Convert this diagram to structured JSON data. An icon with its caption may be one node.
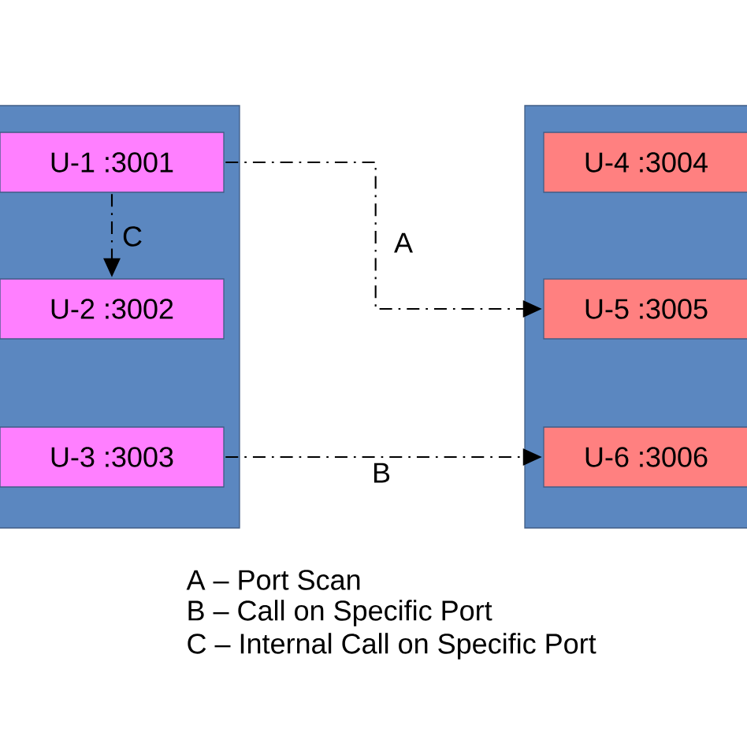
{
  "diagram": {
    "nodes": [
      {
        "text": [],
        "shape": "box"
      },
      {
        "text": [
          "U-1 :3001"
        ],
        "in": 0
      },
      {
        "text": [
          "U-2 :3002"
        ],
        "in": 0
      },
      {
        "text": [
          "U-3 :3003"
        ],
        "in": 0
      },
      {
        "text": [],
        "shape": "box"
      },
      {
        "text": [
          "U-4 :3004"
        ],
        "in": 4
      },
      {
        "text": [
          "U-5 :3005"
        ],
        "in": 4
      },
      {
        "text": [
          "U-6 :3006"
        ],
        "in": 4
      }
    ],
    "edges": [
      {
        "from": 1,
        "to": 6,
        "arrow": "to",
        "label": "A",
        "style": "dashed"
      },
      {
        "from": 3,
        "to": 7,
        "arrow": "to",
        "label": "B",
        "style": "dashed"
      },
      {
        "from": 1,
        "to": 2,
        "arrow": "to",
        "label": "C",
        "style": "dashed"
      }
    ],
    "labels": [
      "A – Port Scan",
      "B – Call on Specific Port",
      "C – Internal Call on Specific Port"
    ]
  }
}
